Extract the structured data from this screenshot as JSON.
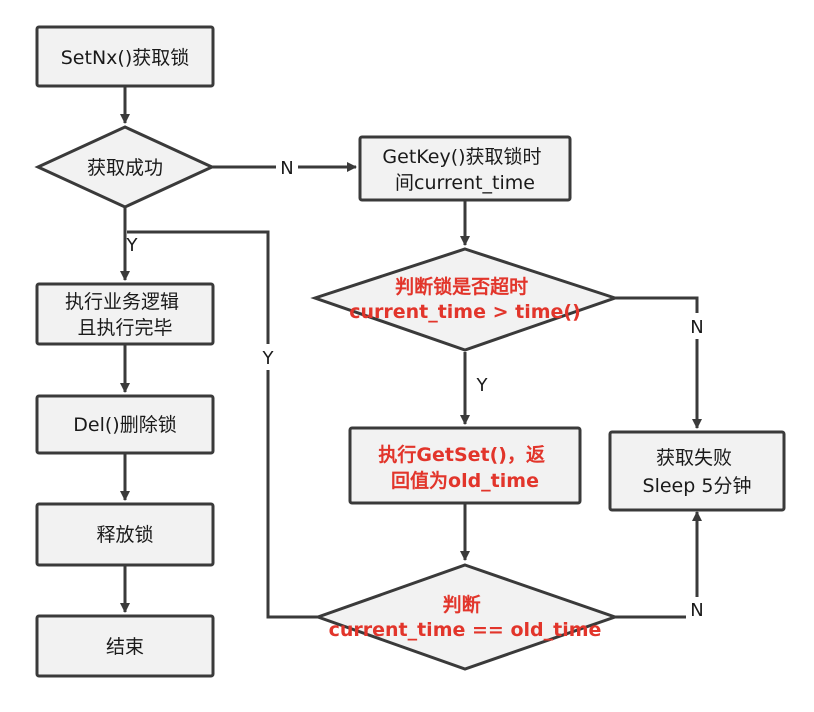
{
  "nodes": {
    "setnx": {
      "lines": [
        "SetNx()获取锁"
      ]
    },
    "success_check": {
      "lines": [
        "获取成功"
      ]
    },
    "execute_logic": {
      "lines": [
        "执行业务逻辑",
        "且执行完毕"
      ]
    },
    "del_lock": {
      "lines": [
        "Del()删除锁"
      ]
    },
    "release_lock": {
      "lines": [
        "释放锁"
      ]
    },
    "end": {
      "lines": [
        "结束"
      ]
    },
    "getkey": {
      "lines": [
        "GetKey()获取锁时",
        "间current_time"
      ]
    },
    "timeout_check": {
      "lines": [
        "判断锁是否超时",
        "current_time > time()"
      ]
    },
    "getset": {
      "lines": [
        "执行GetSet()，返",
        "回值为old_time"
      ]
    },
    "compare_check": {
      "lines": [
        "判断",
        "current_time == old_time"
      ]
    },
    "fail": {
      "lines": [
        "获取失败",
        "Sleep 5分钟"
      ]
    }
  },
  "edge_labels": {
    "success_no": "N",
    "success_yes": "Y",
    "loop_yes": "Y",
    "timeout_no": "N",
    "timeout_yes": "Y",
    "compare_no": "N"
  },
  "colors": {
    "node_fill": "#f2f2f2",
    "stroke": "#3a3a3a",
    "emphasis_text": "#e2352b"
  }
}
